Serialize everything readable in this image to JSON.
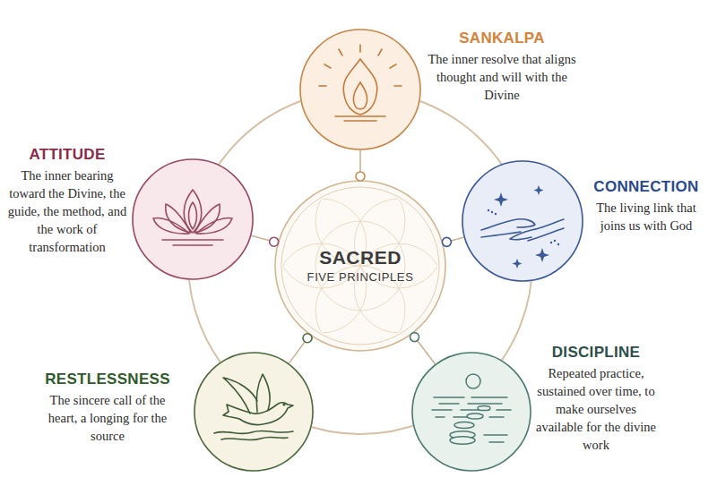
{
  "diagram": {
    "nodes": [
      {
        "text": [
          "SACRED",
          "FIVE PRINCIPLES"
        ]
      },
      {
        "text": [
          "SANKALPA",
          "The inner resolve that aligns thought and will with the Divine"
        ]
      },
      {
        "text": [
          "CONNECTION",
          "The living link that joins us with God"
        ]
      },
      {
        "text": [
          "DISCIPLINE",
          "Repeated practice, sustained over time, to make ourselves available for the divine work"
        ]
      },
      {
        "text": [
          "RESTLESSNESS",
          "The sincere call of the heart, a longing for the source"
        ]
      },
      {
        "text": [
          "ATTITUDE",
          "The inner bearing toward the Divine, the guide, the method, and the work of transformation"
        ]
      }
    ],
    "edges": [
      {
        "from": 0,
        "to": 1,
        "arrow": "none"
      },
      {
        "from": 0,
        "to": 2,
        "arrow": "none"
      },
      {
        "from": 0,
        "to": 3,
        "arrow": "none"
      },
      {
        "from": 0,
        "to": 4,
        "arrow": "none"
      },
      {
        "from": 0,
        "to": 5,
        "arrow": "none"
      }
    ]
  }
}
